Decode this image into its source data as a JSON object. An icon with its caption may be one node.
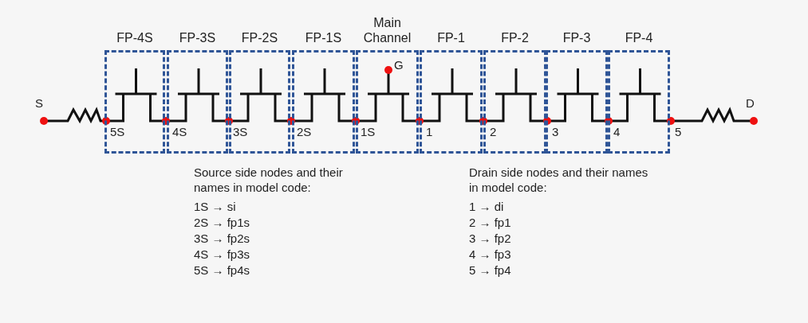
{
  "diagram": {
    "nodes": [
      {
        "text": [
          "FP-4S"
        ]
      },
      {
        "text": [
          "FP-3S"
        ]
      },
      {
        "text": [
          "FP-2S"
        ]
      },
      {
        "text": [
          "FP-1S"
        ]
      },
      {
        "text": [
          "Main Channel"
        ]
      },
      {
        "text": [
          "FP-1"
        ]
      },
      {
        "text": [
          "FP-2"
        ]
      },
      {
        "text": [
          "FP-3"
        ]
      },
      {
        "text": [
          "FP-4"
        ]
      }
    ],
    "labels": [
      "S",
      "5S",
      "4S",
      "3S",
      "2S",
      "1S",
      "G",
      "1",
      "2",
      "3",
      "4",
      "5",
      "D",
      "Source side nodes and their names in model code:",
      "1S → si",
      "2S → fp1s",
      "3S → fp2s",
      "4S → fp3s",
      "5S → fp4s",
      "Drain side nodes and their names in model code:",
      "1 → di",
      "2 → fp1",
      "3 → fp2",
      "4 → fp3",
      "5 → fp4"
    ]
  }
}
